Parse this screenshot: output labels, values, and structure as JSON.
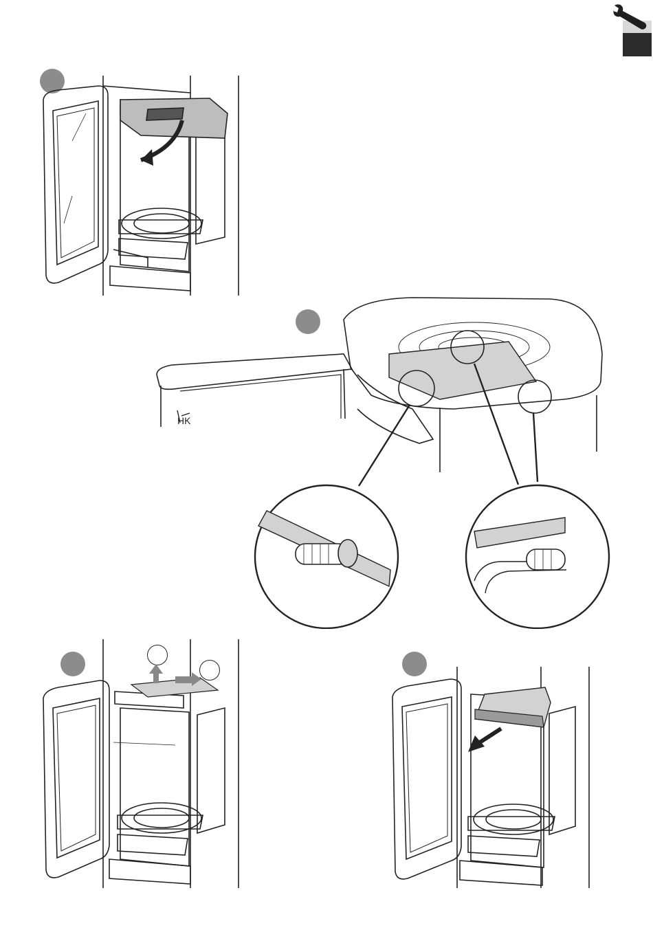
{
  "header": {
    "section_icon": "wrench-icon",
    "tab_colors": {
      "dark": "#2b2b2b",
      "light": "#d9d9d9"
    }
  },
  "steps": [
    {
      "id": "step-1",
      "label": "",
      "badge_color": "#8c8c8c",
      "action": "remove-baffle-arrow"
    },
    {
      "id": "step-2",
      "label": "",
      "badge_color": "#8c8c8c",
      "action": "bolt-detail"
    },
    {
      "id": "step-3",
      "label": "",
      "badge_color": "#8c8c8c",
      "sub_labels": [
        "",
        ""
      ]
    },
    {
      "id": "step-4",
      "label": "",
      "badge_color": "#8c8c8c",
      "action": "pull-out-arrow"
    }
  ],
  "artist_mark": "HK"
}
